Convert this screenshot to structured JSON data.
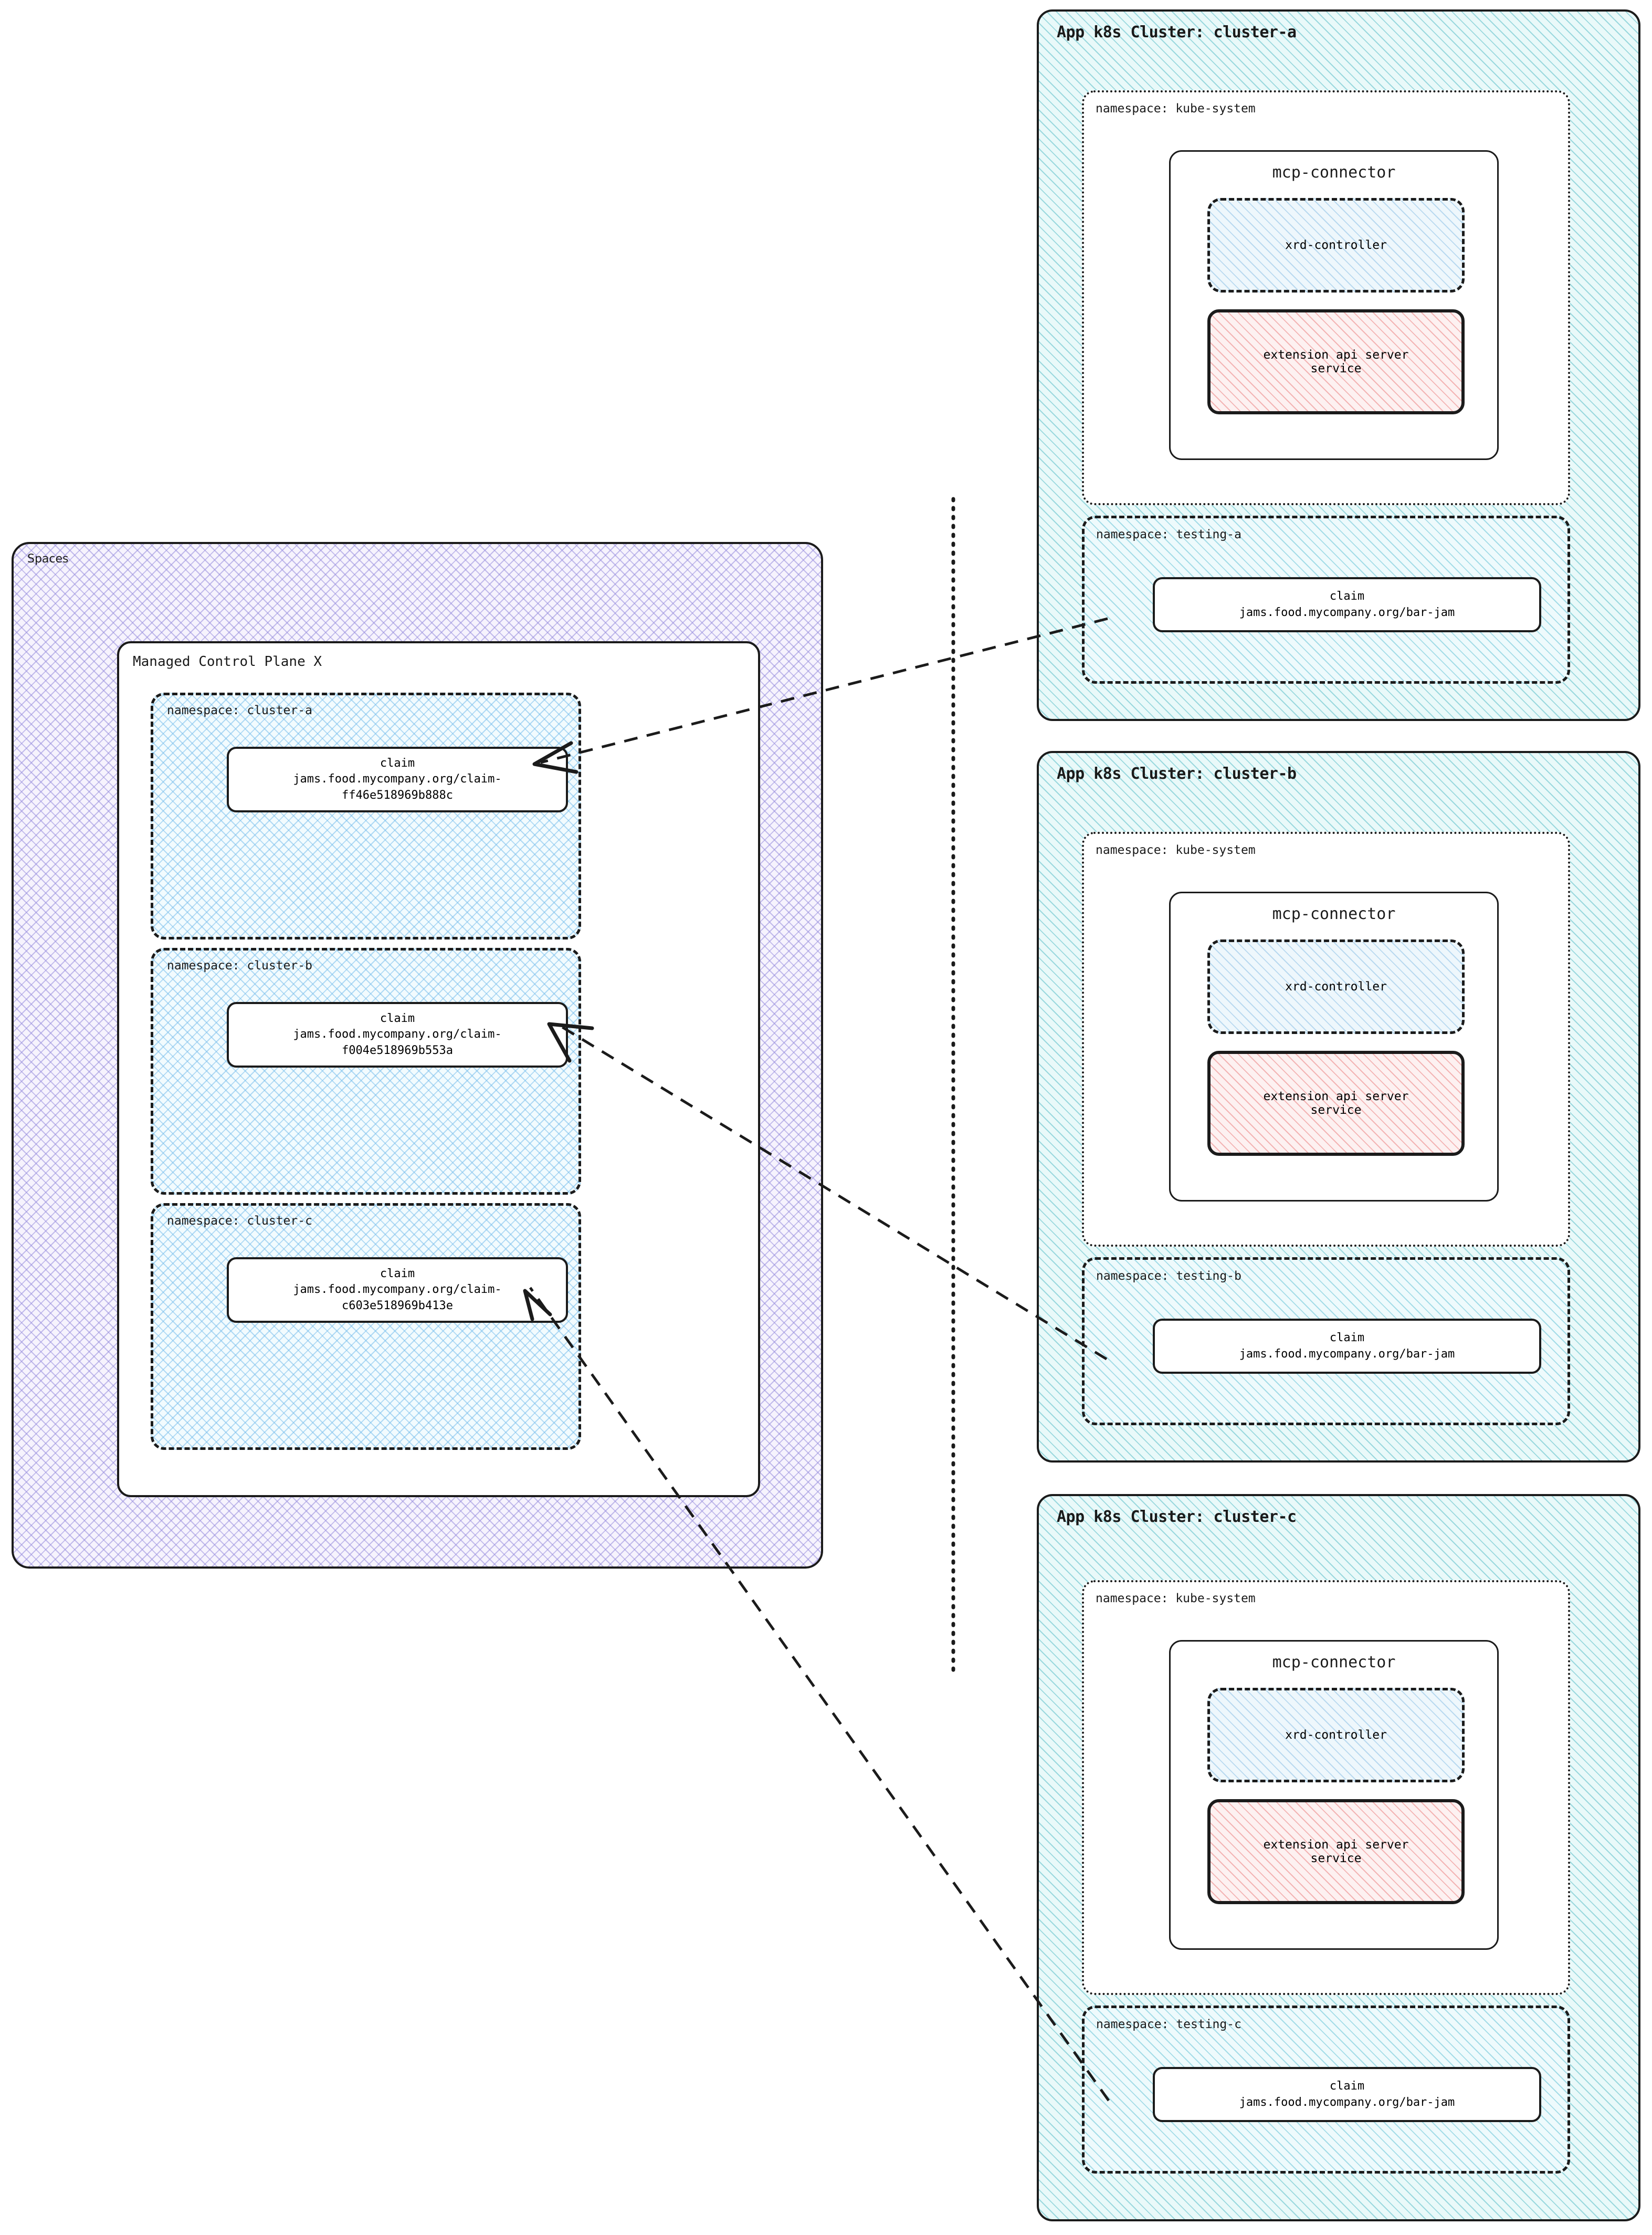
{
  "spaces": {
    "label": "Spaces",
    "control_plane": {
      "label": "Managed Control Plane X",
      "namespaces": [
        {
          "label": "namespace: cluster-a",
          "claim": {
            "kind": "claim",
            "ref": "jams.food.mycompany.org/claim-",
            "ref2": "ff46e518969b888c"
          }
        },
        {
          "label": "namespace: cluster-b",
          "claim": {
            "kind": "claim",
            "ref": "jams.food.mycompany.org/claim-",
            "ref2": "f004e518969b553a"
          }
        },
        {
          "label": "namespace: cluster-c",
          "claim": {
            "kind": "claim",
            "ref": "jams.food.mycompany.org/claim-",
            "ref2": "c603e518969b413e"
          }
        }
      ]
    }
  },
  "clusters": [
    {
      "title": "App k8s Cluster: cluster-a",
      "kube_system": {
        "label": "namespace: kube-system",
        "connector": {
          "label": "mcp-connector",
          "xrd_controller": "xrd-controller",
          "extension_api": {
            "line1": "extension api server",
            "line2": "service"
          }
        }
      },
      "testing": {
        "label": "namespace: testing-a",
        "claim": {
          "kind": "claim",
          "ref": "jams.food.mycompany.org/bar-jam"
        }
      }
    },
    {
      "title": "App k8s Cluster: cluster-b",
      "kube_system": {
        "label": "namespace: kube-system",
        "connector": {
          "label": "mcp-connector",
          "xrd_controller": "xrd-controller",
          "extension_api": {
            "line1": "extension api server",
            "line2": "service"
          }
        }
      },
      "testing": {
        "label": "namespace: testing-b",
        "claim": {
          "kind": "claim",
          "ref": "jams.food.mycompany.org/bar-jam"
        }
      }
    },
    {
      "title": "App k8s Cluster: cluster-c",
      "kube_system": {
        "label": "namespace: kube-system",
        "connector": {
          "label": "mcp-connector",
          "xrd_controller": "xrd-controller",
          "extension_api": {
            "line1": "extension api server",
            "line2": "service"
          }
        }
      },
      "testing": {
        "label": "namespace: testing-c",
        "claim": {
          "kind": "claim",
          "ref": "jams.food.mycompany.org/bar-jam"
        }
      }
    }
  ],
  "colors": {
    "stroke": "#1b1b1b",
    "spaces_hatch": "#968cdc",
    "cluster_hatch": "#5abec8",
    "xrd_hatch": "#78b4e1",
    "extapi_hatch": "#eb8282",
    "namespace_hatch": "#78bee b"
  }
}
